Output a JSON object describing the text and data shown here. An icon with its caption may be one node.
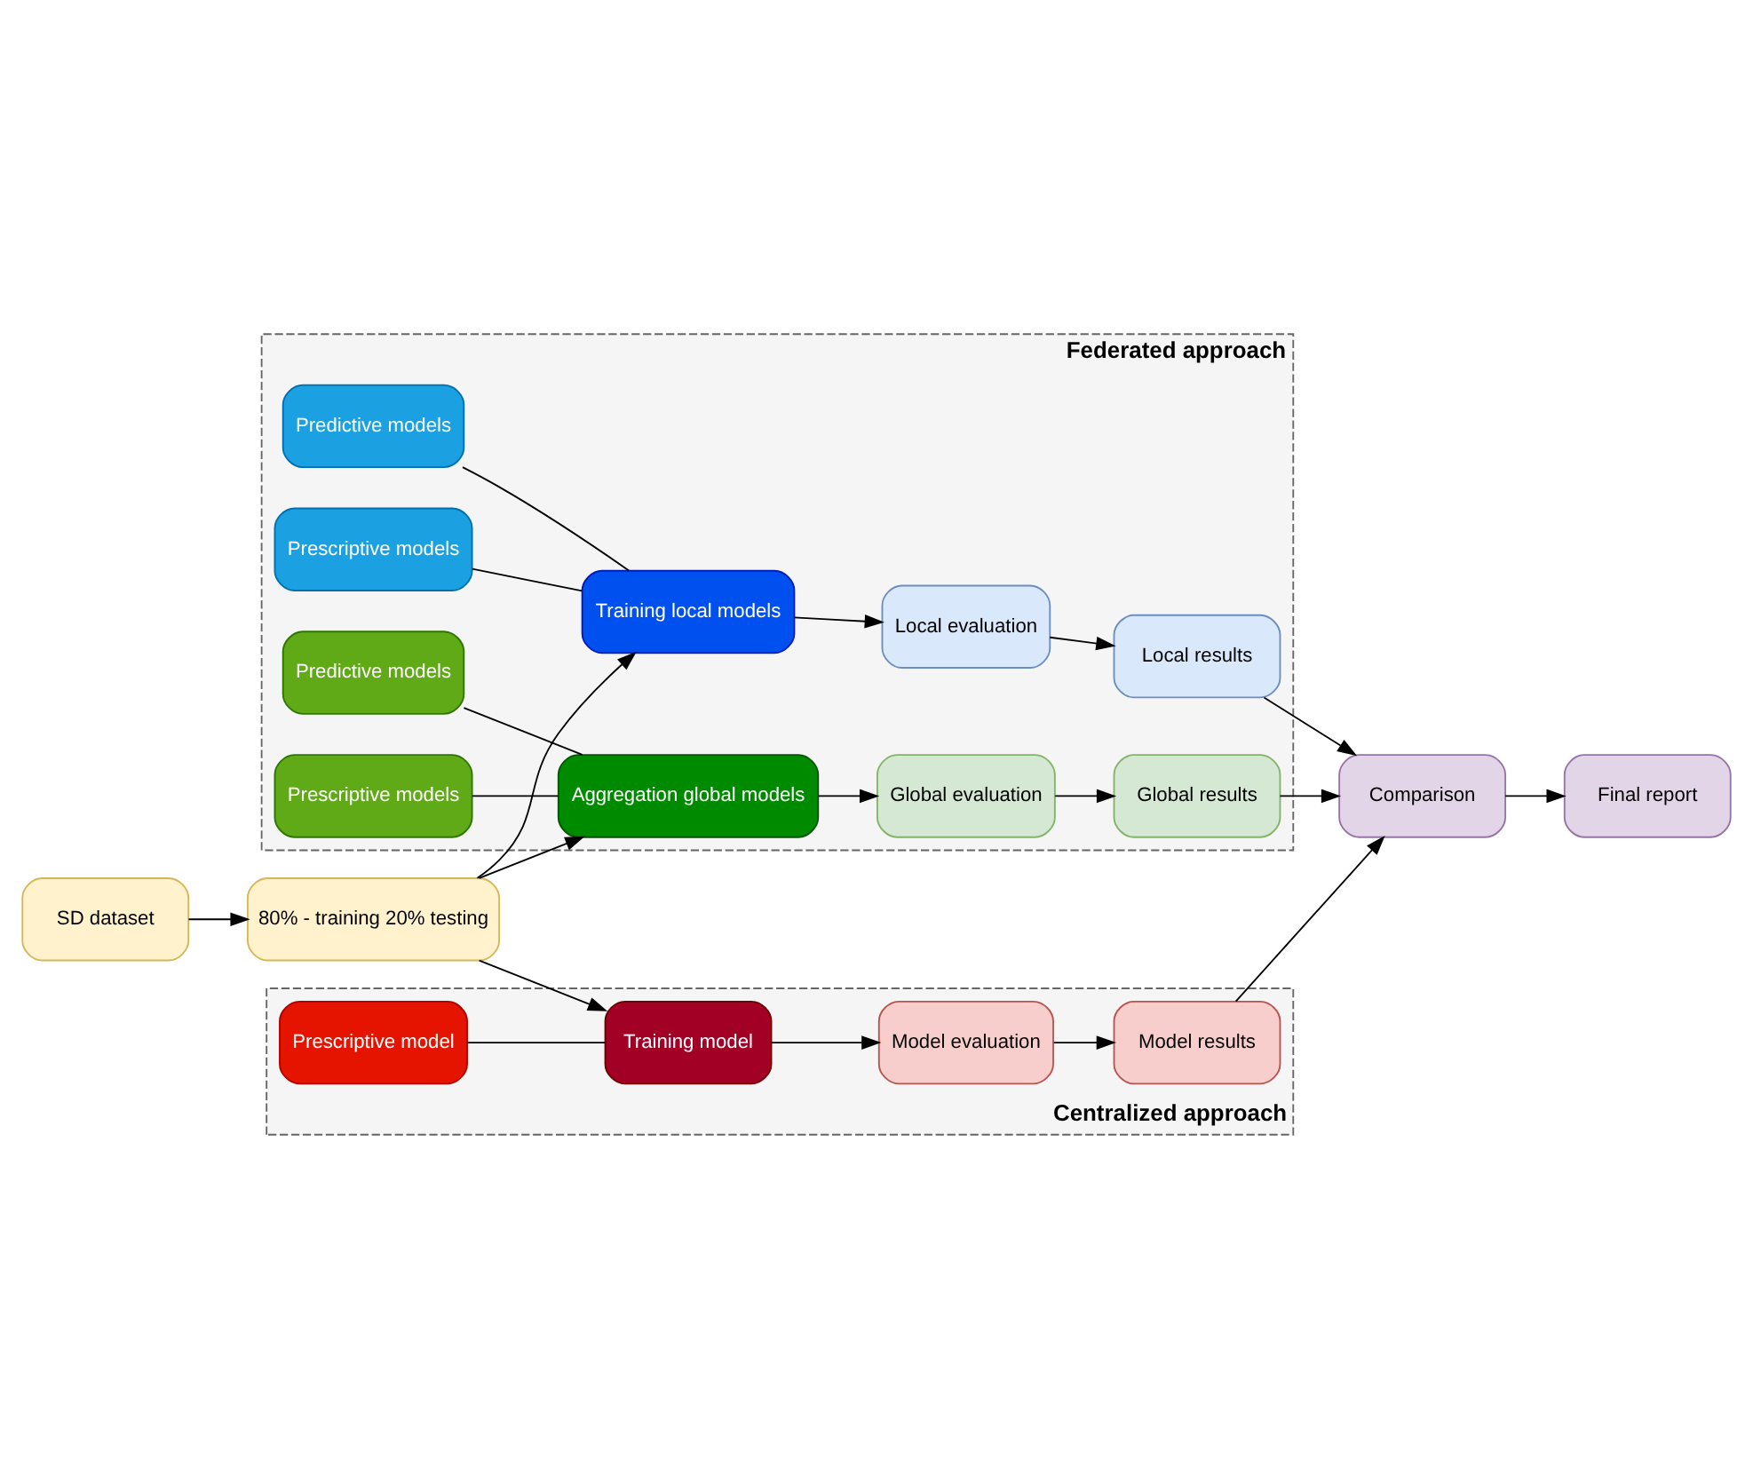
{
  "diagram": {
    "nodes": [
      {
        "text": [
          "SD dataset"
        ]
      },
      {
        "text": [
          "80% - training 20% testing"
        ]
      },
      {
        "text": [
          "Federated approach"
        ]
      },
      {
        "text": [
          "Predictive models"
        ],
        "in": 2
      },
      {
        "text": [
          "Prescriptive models"
        ],
        "in": 2
      },
      {
        "text": [
          "Training local models"
        ],
        "in": 2
      },
      {
        "text": [
          "Local evaluation"
        ],
        "in": 2
      },
      {
        "text": [
          "Local results"
        ],
        "in": 2
      },
      {
        "text": [
          "Aggregation global models"
        ],
        "in": 2
      },
      {
        "text": [
          "Global evaluation"
        ],
        "in": 2
      },
      {
        "text": [
          "Global results"
        ],
        "in": 2
      },
      {
        "text": [
          "Predictive models"
        ],
        "in": 2
      },
      {
        "text": [
          "Prescriptive models"
        ],
        "in": 2
      },
      {
        "text": [
          "Centralized approach"
        ]
      },
      {
        "text": [
          "Training model"
        ],
        "in": 13
      },
      {
        "text": [
          "Model evaluation"
        ],
        "in": 13
      },
      {
        "text": [
          "Model results"
        ],
        "in": 13
      },
      {
        "text": [
          "Prescriptive model"
        ],
        "in": 13
      },
      {
        "text": [
          "Comparison"
        ]
      },
      {
        "text": [
          "Final report"
        ]
      }
    ],
    "edges": [
      {
        "from": 0,
        "to": 1,
        "arrow": "to"
      },
      {
        "from": 1,
        "to": 5,
        "arrow": "to"
      },
      {
        "from": 1,
        "to": 8,
        "arrow": "to"
      },
      {
        "from": 1,
        "to": 14,
        "arrow": "to"
      },
      {
        "from": 3,
        "to": 5,
        "arrow": "none"
      },
      {
        "from": 4,
        "to": 5,
        "arrow": "none"
      },
      {
        "from": 5,
        "to": 6,
        "arrow": "to"
      },
      {
        "from": 6,
        "to": 7,
        "arrow": "to"
      },
      {
        "from": 11,
        "to": 8,
        "arrow": "none"
      },
      {
        "from": 12,
        "to": 8,
        "arrow": "none"
      },
      {
        "from": 8,
        "to": 9,
        "arrow": "to"
      },
      {
        "from": 9,
        "to": 10,
        "arrow": "to"
      },
      {
        "from": 17,
        "to": 14,
        "arrow": "none"
      },
      {
        "from": 14,
        "to": 15,
        "arrow": "to"
      },
      {
        "from": 15,
        "to": 16,
        "arrow": "to"
      },
      {
        "from": 7,
        "to": 18,
        "arrow": "to"
      },
      {
        "from": 10,
        "to": 18,
        "arrow": "to"
      },
      {
        "from": 16,
        "to": 18,
        "arrow": "to"
      },
      {
        "from": 18,
        "to": 19,
        "arrow": "to"
      }
    ]
  }
}
